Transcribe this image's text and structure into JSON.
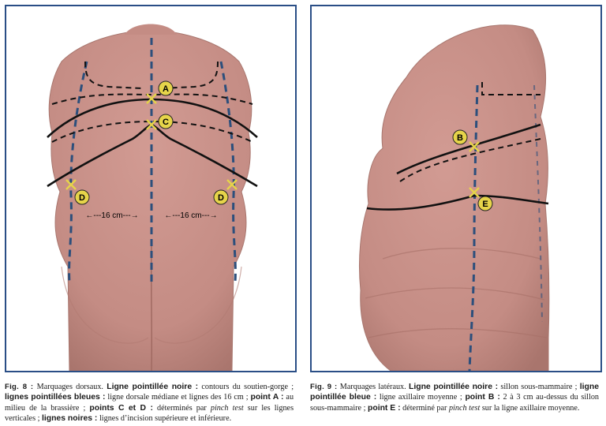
{
  "figures": [
    {
      "number": "Fig. 8 :",
      "illustration": {
        "points": [
          "A",
          "C",
          "D",
          "D"
        ],
        "measurement_left": "←---16 cm---→",
        "measurement_right": "←---16 cm---→"
      },
      "caption": {
        "intro": "Marquages dorsaux.",
        "items": [
          {
            "term": "Ligne pointillée noire :",
            "text": "contours du soutien-gorge ;"
          },
          {
            "term": "lignes pointillées bleues :",
            "text": "ligne dorsale médiane et lignes des 16 cm ;"
          },
          {
            "term": "point A :",
            "text": "au milieu de la brassière ;"
          },
          {
            "term": "points C et D :",
            "text_before": "déterminés par",
            "italic": "pinch test",
            "text_after": "sur les lignes verticales ;"
          },
          {
            "term": "lignes noires :",
            "text": "lignes d’incision supérieure et inférieure."
          }
        ]
      }
    },
    {
      "number": "Fig. 9 :",
      "illustration": {
        "points": [
          "B",
          "E"
        ]
      },
      "caption": {
        "intro": "Marquages latéraux.",
        "items": [
          {
            "term": "Ligne pointillée noire :",
            "text": "sillon sous-mammaire ;"
          },
          {
            "term": "ligne pointillée bleue :",
            "text": "ligne axillaire moyenne ;"
          },
          {
            "term": "point B :",
            "text": "2 à 3 cm au-dessus du sillon sous-mammaire ;"
          },
          {
            "term": "point E :",
            "text_before": "déterminé par",
            "italic": "pinch test",
            "text_after": "sur la ligne axillaire moyenne."
          }
        ]
      }
    }
  ],
  "colors": {
    "frame_border": "#2a4e86",
    "skin": "#c9928a",
    "skin_shadow": "#b07a72",
    "blue_dashed_line": "#2c4f7c",
    "black_line": "#111111",
    "point_marker": "#e6d44a"
  }
}
